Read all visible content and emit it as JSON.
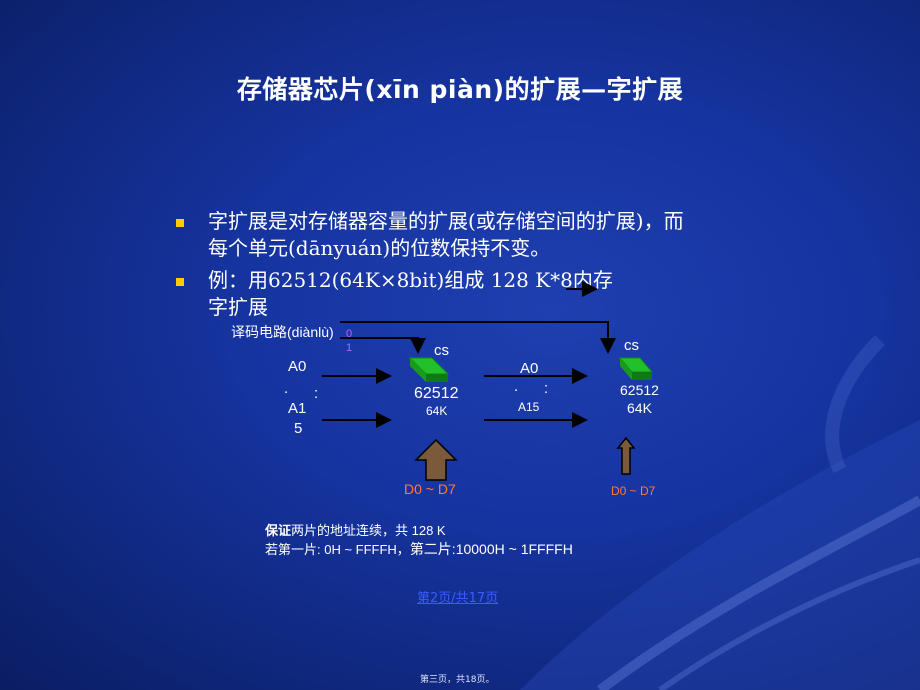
{
  "title": "存储器芯片(xīn piàn)的扩展—字扩展",
  "bullets": [
    {
      "line1": "字扩展是对存储器容量的扩展(或存储空间的扩展)，而",
      "line2": "每个单元(dānyuán)的位数保持不变。"
    },
    {
      "line1": "例：用62512(64K×8bit)组成 128 K*8内存",
      "line2": "字扩展"
    }
  ],
  "diagram": {
    "decoder_label": "译码电路(diànlù)",
    "decoder_out0": "0",
    "decoder_out1": "1",
    "chip1": {
      "cs": "cs",
      "name": "62512",
      "size": "64K",
      "addr_top": "A0",
      "addr_dots": ".",
      "addr_colon": ":",
      "addr_bottom_a": "A1",
      "addr_bottom_b": "5",
      "data": "D0 ~ D7"
    },
    "chip2": {
      "cs": "cs",
      "name": "62512",
      "size": "64K",
      "addr_top": "A0",
      "addr_dots": ".",
      "addr_colon": ":",
      "addr_bottom": "A15",
      "data": "D0 ~ D7"
    }
  },
  "notes": {
    "line1_bold": "保证",
    "line1_rest": "两片的地址连续，共 128 K",
    "line2_a": "若第一片: 0H ~ FFFFH，",
    "line2_b": "第二片:10000H ~ 1FFFFH"
  },
  "page_link": "第2页/共17页",
  "bottom_text": "第三页，共18页。",
  "colors": {
    "bullet": "#ffcc00",
    "chip": "#22c02a",
    "arrow_fill": "#7a5a3a",
    "data_label": "#ff7a33",
    "link": "#3b5cff"
  }
}
